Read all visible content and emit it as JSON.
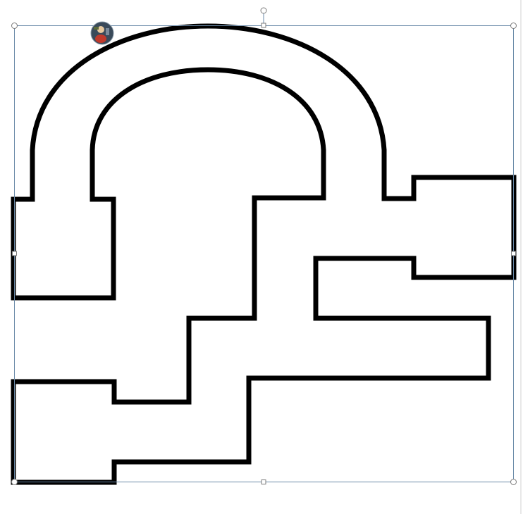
{
  "canvas": {
    "background": "#ffffff",
    "outline_color": "#000000",
    "selection_color": "#6a8aa8"
  },
  "maze": {
    "shape": "maze-track-outline",
    "selected": true
  },
  "avatar": {
    "icon": "player-avatar-icon",
    "colors": [
      "#3a4a5a",
      "#c0392b",
      "#e8c9a0"
    ]
  },
  "selection": {
    "corner_handles": 4,
    "edge_handles": 4,
    "rotation_handle": true
  }
}
